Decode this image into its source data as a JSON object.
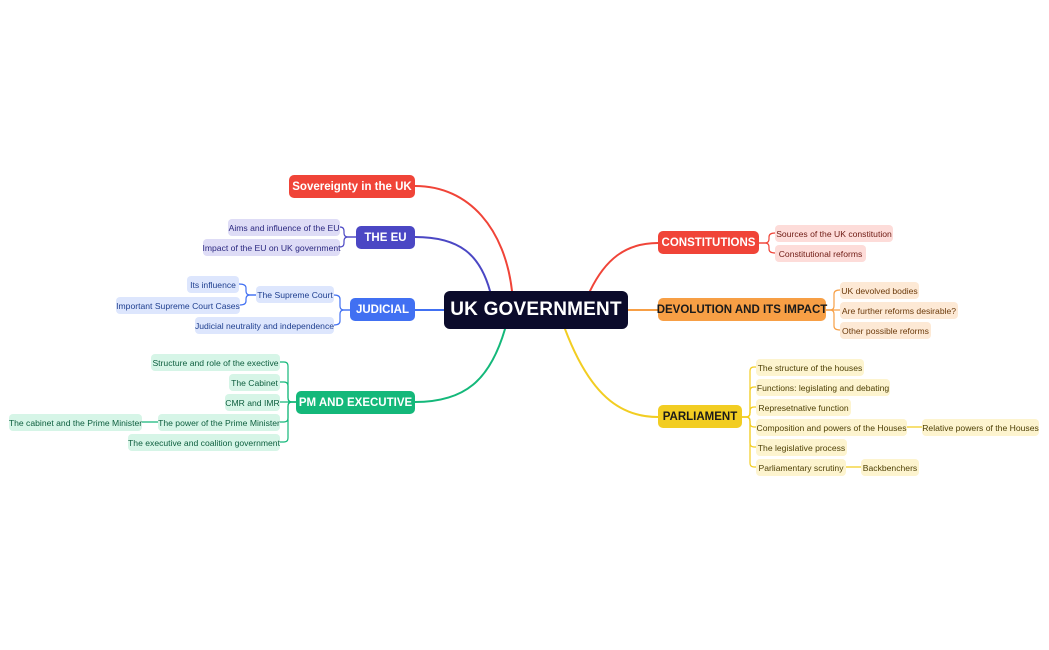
{
  "diagram": {
    "root": {
      "label": "UK GOVERNMENT",
      "color": "#0b0b2b"
    },
    "branches": {
      "sovereignty": {
        "label": "Sovereignty in the UK",
        "color": "#f04438",
        "light": "#fde0de",
        "text": "#7a1d16"
      },
      "eu": {
        "label": "THE EU",
        "color": "#4b47c4",
        "light": "#dedcf6",
        "text": "#2b2880",
        "children": [
          "Aims and influence of the EU",
          "Impact of the EU on UK government"
        ]
      },
      "judicial": {
        "label": "JUDICIAL",
        "color": "#4170f2",
        "light": "#dde6fd",
        "text": "#1f3f8f",
        "supreme_court": "The Supreme Court",
        "supreme_court_children": [
          "Its influence",
          "Important Supreme Court Cases"
        ],
        "neutrality": "Judicial neutrality and independence"
      },
      "pm_executive": {
        "label": "PM AND EXECUTIVE",
        "color": "#14b87a",
        "light": "#d6f5e7",
        "text": "#0d5e3e",
        "children": [
          "Structure and role of the exective",
          "The Cabinet",
          "CMR and IMR",
          "The power of the Prime Minister",
          "The executive and coalition government"
        ],
        "pm_child": "The cabinet and the Prime Minister"
      },
      "constitutions": {
        "label": "CONSTITUTIONS",
        "color": "#f04438",
        "light": "#fddcd9",
        "text": "#6e1a13",
        "children": [
          "Sources of the UK constitution",
          "Constitutional reforms"
        ]
      },
      "devolution": {
        "label": "DEVOLUTION AND ITS IMPACT",
        "color": "#f79f45",
        "light": "#fde9d5",
        "text": "#6b3a0b",
        "children": [
          "UK devolved bodies",
          "Are further reforms desirable?",
          "Other possible reforms"
        ]
      },
      "parliament": {
        "label": "PARLIAMENT",
        "color": "#f2cd22",
        "light": "#fdf4cf",
        "text": "#4d3f04",
        "children": [
          "The structure of the houses",
          "Functions: legislating and debating",
          "Represetnative function",
          "Composition and powers of the Houses",
          "The legislative process",
          "Parliamentary scrutiny"
        ],
        "composition_child": "Relative powers of the Houses",
        "scrutiny_child": "Backbenchers"
      }
    }
  }
}
